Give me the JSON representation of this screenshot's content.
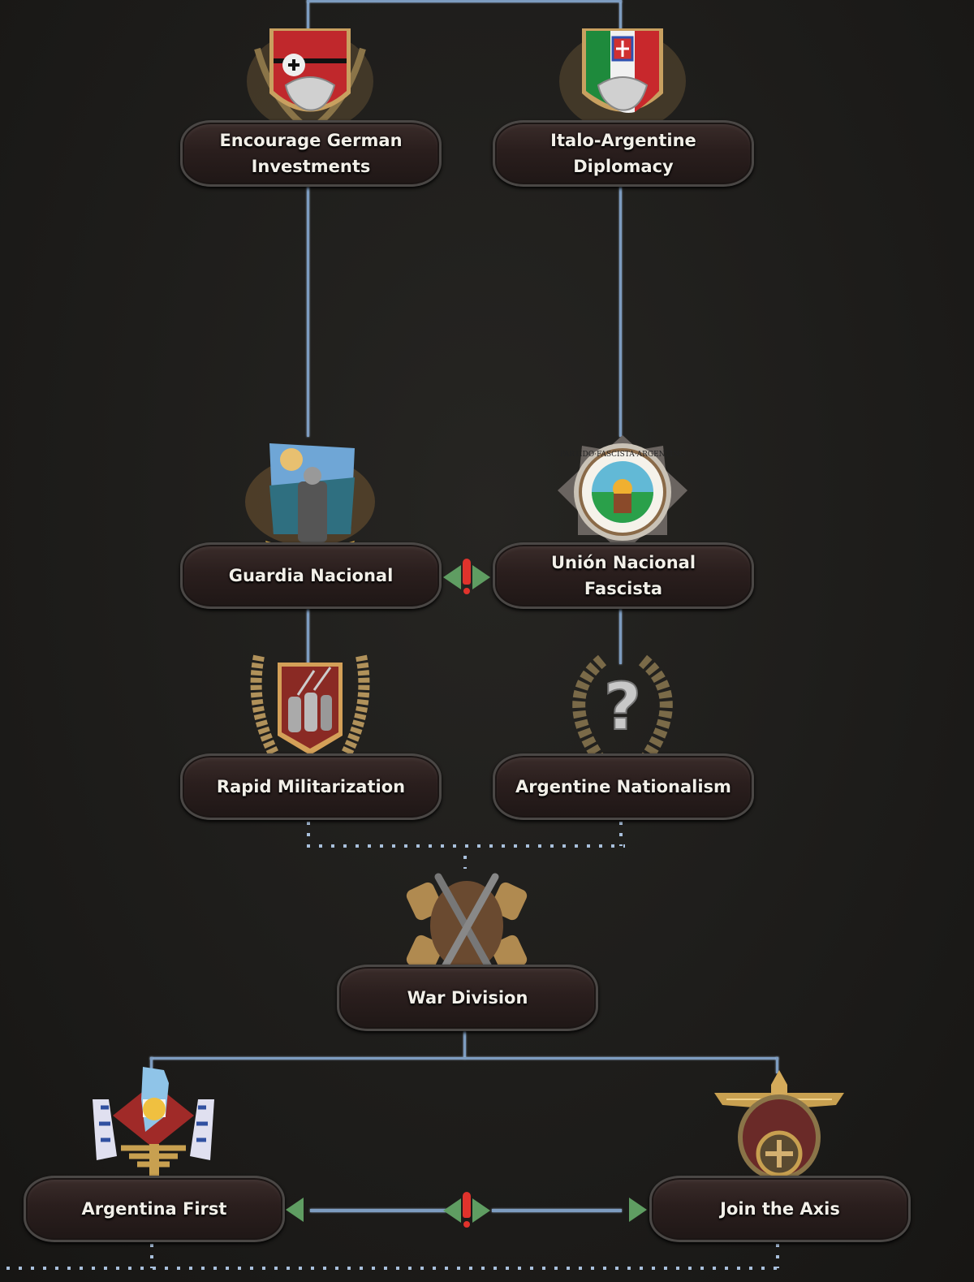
{
  "focus_tree": {
    "nodes": [
      {
        "id": "encourage-german-investments",
        "label": "Encourage German\nInvestments",
        "label_lines": [
          "Encourage German",
          "Investments"
        ],
        "icon": "german-handshake-icon",
        "status": "available"
      },
      {
        "id": "italo-argentine-diplomacy",
        "label_lines": [
          "Italo-Argentine",
          "Diplomacy"
        ],
        "icon": "italian-handshake-icon",
        "status": "available"
      },
      {
        "id": "guardia-nacional",
        "label_lines": [
          "Guardia Nacional"
        ],
        "icon": "saluting-officer-icon",
        "status": "available"
      },
      {
        "id": "union-nacional-fascista",
        "label_lines": [
          "Unión Nacional Fascista"
        ],
        "icon": "partido-fascista-badge-icon",
        "status": "available"
      },
      {
        "id": "rapid-militarization",
        "label_lines": [
          "Rapid Militarization"
        ],
        "icon": "marching-soldiers-icon",
        "status": "available"
      },
      {
        "id": "argentine-nationalism",
        "label_lines": [
          "Argentine Nationalism"
        ],
        "icon": "question-mark-icon",
        "status": "unknown"
      },
      {
        "id": "war-division",
        "label_lines": [
          "War Division"
        ],
        "icon": "crossed-bayonets-icon",
        "status": "available"
      },
      {
        "id": "argentina-first",
        "label_lines": [
          "Argentina First"
        ],
        "icon": "argentina-crest-icon",
        "status": "available"
      },
      {
        "id": "join-the-axis",
        "label_lines": [
          "Join the Axis"
        ],
        "icon": "axis-eagle-icon",
        "status": "available"
      }
    ],
    "mutually_exclusive": [
      {
        "between": [
          "guardia-nacional",
          "union-nacional-fascista"
        ],
        "icon": "mutually-exclusive-icon"
      },
      {
        "between": [
          "argentina-first",
          "join-the-axis"
        ],
        "icon": "mutually-exclusive-icon"
      }
    ],
    "badge_text": {
      "union_nacional_fascista": "PARTIDO·FASCISTA·ARGENTINO"
    },
    "colors": {
      "line": "#7d9cc0",
      "dotted_line": "#a9c0dc",
      "mutex_arrow": "#5f9d62",
      "mutex_bang": "#e0332c",
      "plate": "#2a1e1d"
    }
  }
}
